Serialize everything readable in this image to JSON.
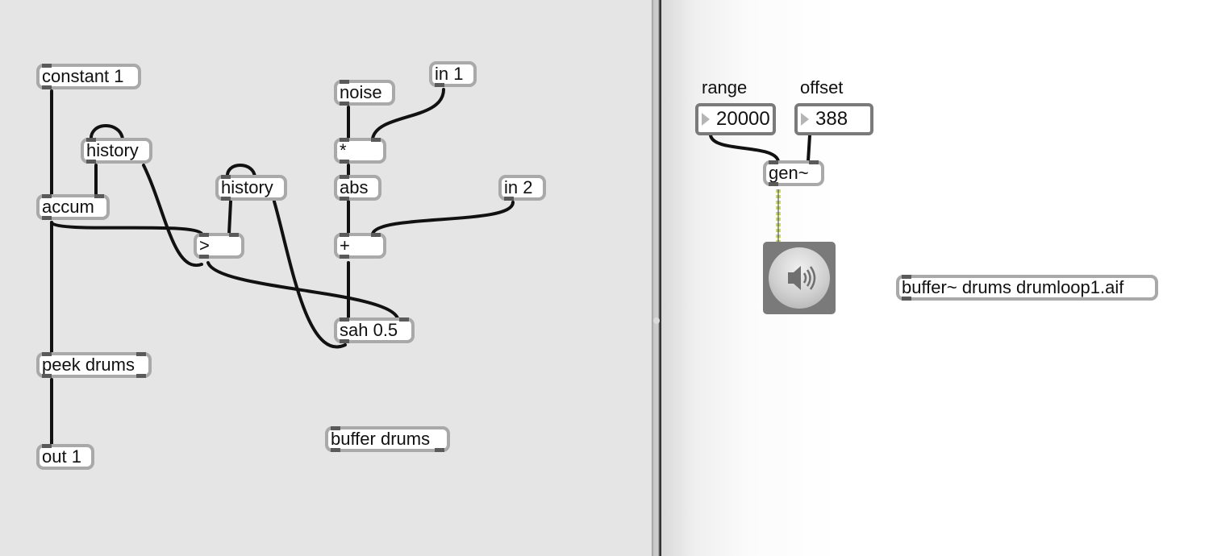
{
  "gen_patcher": {
    "objects": {
      "constant": "constant 1",
      "history1": "history",
      "accum": "accum",
      "history2": "history",
      "gt": ">",
      "noise": "noise",
      "in1": "in 1",
      "mul": "*",
      "abs": "abs",
      "in2": "in 2",
      "add": "+",
      "sah": "sah 0.5",
      "peek": "peek drums",
      "out1": "out 1",
      "buffer": "buffer drums"
    }
  },
  "main_patcher": {
    "range_label": "range",
    "offset_label": "offset",
    "range_value": "20000",
    "offset_value": "388",
    "gen_object": "gen~",
    "buffer_object": "buffer~ drums drumloop1.aif",
    "dac_icon": "speaker-icon"
  },
  "colors": {
    "patch_cord": "#111111",
    "signal_cord": "#c8d96a",
    "object_border": "#a9a9a9"
  }
}
